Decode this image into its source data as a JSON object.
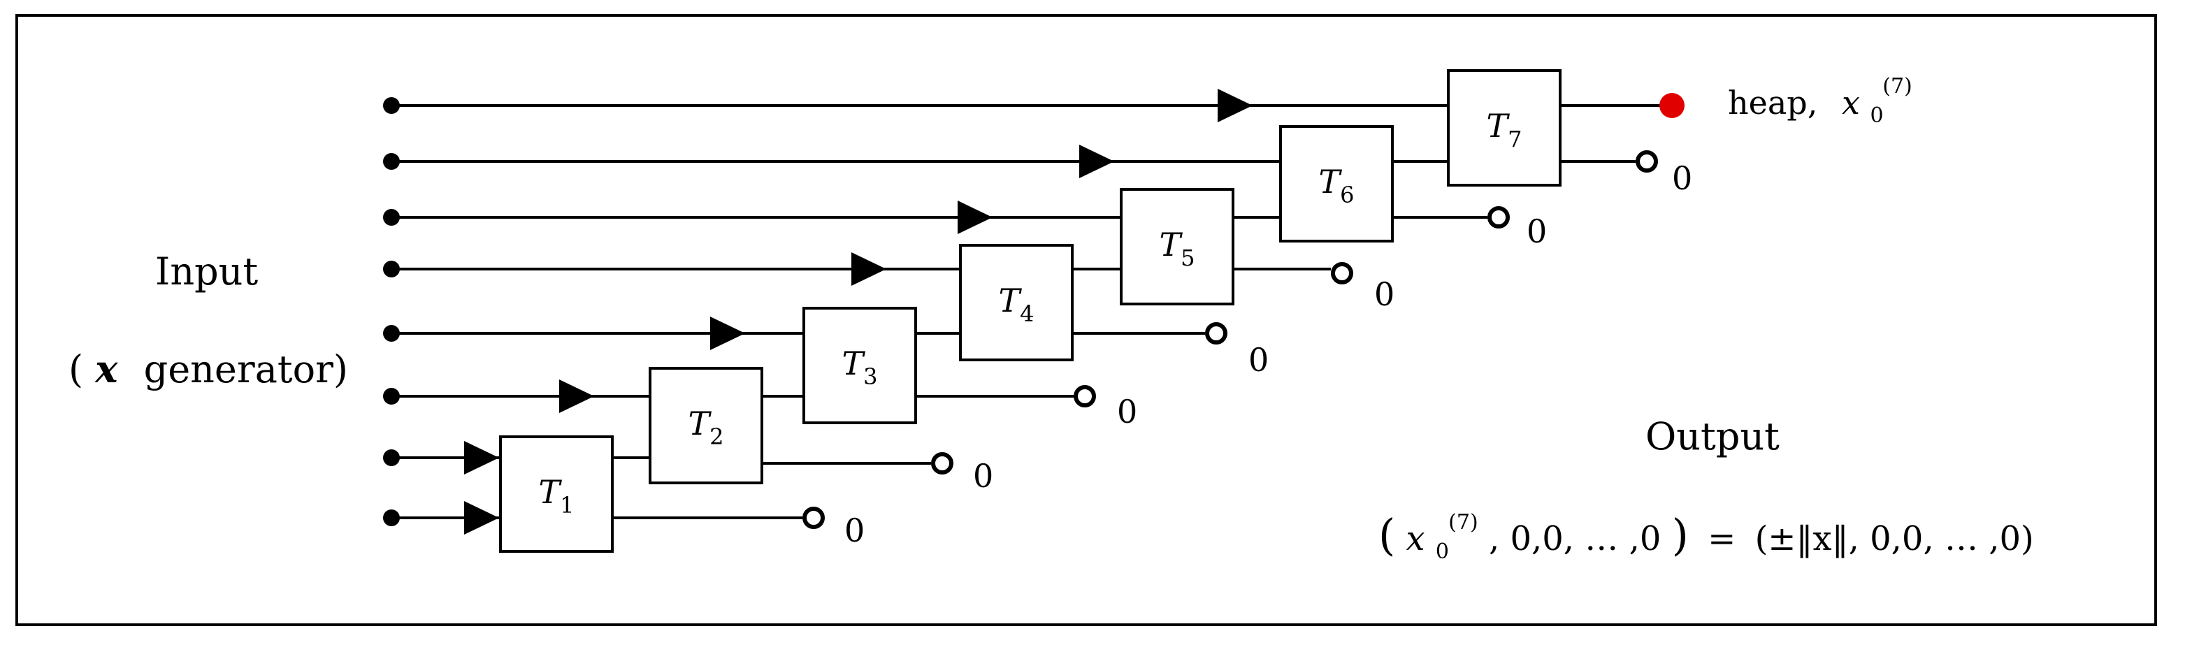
{
  "diagram": {
    "input_label": {
      "line1": "Input",
      "open_paren": "(",
      "symbol": "x",
      "line2_rest": "generator)"
    },
    "blocks": [
      {
        "letter": "T",
        "sub": "1"
      },
      {
        "letter": "T",
        "sub": "2"
      },
      {
        "letter": "T",
        "sub": "3"
      },
      {
        "letter": "T",
        "sub": "4"
      },
      {
        "letter": "T",
        "sub": "5"
      },
      {
        "letter": "T",
        "sub": "6"
      },
      {
        "letter": "T",
        "sub": "7"
      }
    ],
    "zero_output": "0",
    "heap_label": {
      "word": "heap,",
      "var": "x",
      "sub": "0",
      "sup": "(7)"
    },
    "output_label": {
      "title": "Output",
      "lhs_var": "x",
      "lhs_sub": "0",
      "lhs_sup": "(7)",
      "lhs_rest": ", 0,0, … ,0",
      "equals": "=",
      "rhs": "(±‖x‖, 0,0, … ,0)"
    },
    "colors": {
      "line": "#000000",
      "heap_dot": "#e00000"
    }
  }
}
